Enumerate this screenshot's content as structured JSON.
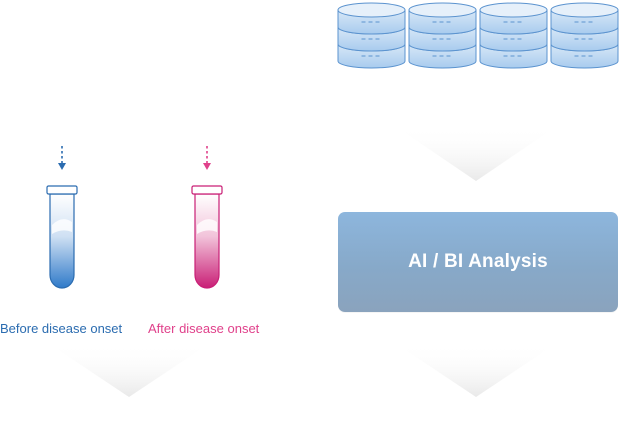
{
  "analysis": {
    "label": "AI / BI Analysis"
  },
  "samples": {
    "before": {
      "label": "Before disease onset",
      "color": "#2b6cb0"
    },
    "after": {
      "label": "After disease  onset",
      "color": "#e0418b"
    }
  },
  "database": {
    "stack_count": 4,
    "layers_per_stack": 3,
    "color": "#7fb2e0"
  },
  "colors": {
    "accent_blue": "#2b6cb0",
    "accent_pink": "#e0418b",
    "arrow_gray": "#eeeeee",
    "box_fill": "#8aafd3"
  }
}
